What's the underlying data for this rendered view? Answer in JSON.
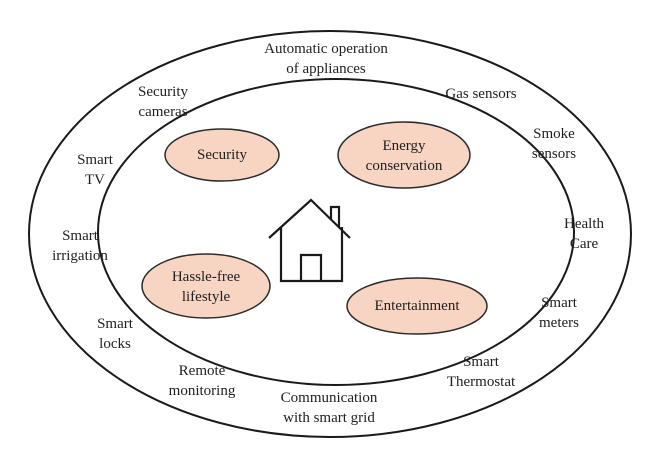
{
  "colors": {
    "ring_stroke": "#1a1a1a",
    "pill_fill": "#f7d5c2",
    "pill_stroke": "#2a2a2a",
    "text": "#1f1f1f"
  },
  "center_icon": "house-icon",
  "goals": [
    {
      "id": "security",
      "lines": [
        "Security"
      ]
    },
    {
      "id": "energy-conservation",
      "lines": [
        "Energy",
        "conservation"
      ]
    },
    {
      "id": "hassle-free-lifestyle",
      "lines": [
        "Hassle-free",
        "lifestyle"
      ]
    },
    {
      "id": "entertainment",
      "lines": [
        "Entertainment"
      ]
    }
  ],
  "applications": [
    {
      "id": "automatic-operation",
      "lines": [
        "Automatic operation",
        "of appliances"
      ]
    },
    {
      "id": "security-cameras",
      "lines": [
        "Security",
        "cameras"
      ]
    },
    {
      "id": "gas-sensors",
      "lines": [
        "Gas sensors"
      ]
    },
    {
      "id": "smoke-sensors",
      "lines": [
        "Smoke",
        "sensors"
      ]
    },
    {
      "id": "smart-tv",
      "lines": [
        "Smart",
        "TV"
      ]
    },
    {
      "id": "health-care",
      "lines": [
        "Health",
        "Care"
      ]
    },
    {
      "id": "smart-irrigation",
      "lines": [
        "Smart",
        "irrigation"
      ]
    },
    {
      "id": "smart-meters",
      "lines": [
        "Smart",
        "meters"
      ]
    },
    {
      "id": "smart-locks",
      "lines": [
        "Smart",
        "locks"
      ]
    },
    {
      "id": "smart-thermostat",
      "lines": [
        "Smart",
        "Thermostat"
      ]
    },
    {
      "id": "remote-monitoring",
      "lines": [
        "Remote",
        "monitoring"
      ]
    },
    {
      "id": "communication-smart-grid",
      "lines": [
        "Communication",
        "with smart grid"
      ]
    }
  ]
}
